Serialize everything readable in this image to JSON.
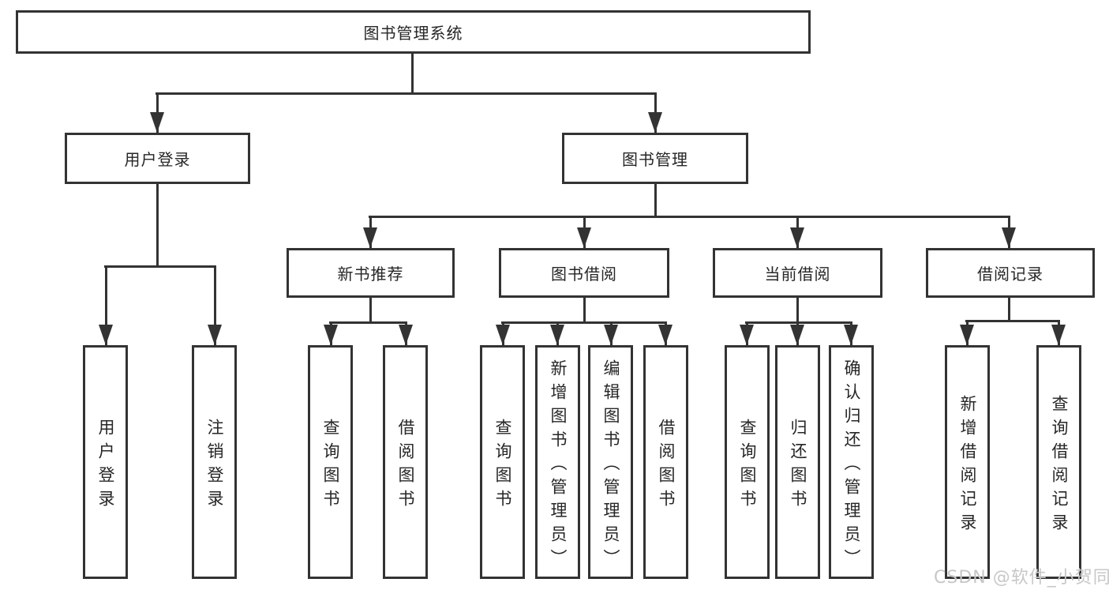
{
  "diagram": {
    "root": {
      "label": "图书管理系统"
    },
    "level2": [
      {
        "id": "user-login",
        "label": "用户登录"
      },
      {
        "id": "book-management",
        "label": "图书管理"
      }
    ],
    "level3": [
      {
        "id": "new-book-recommend",
        "label": "新书推荐",
        "parent": "book-management"
      },
      {
        "id": "book-borrow",
        "label": "图书借阅",
        "parent": "book-management"
      },
      {
        "id": "current-borrow",
        "label": "当前借阅",
        "parent": "book-management"
      },
      {
        "id": "borrow-record",
        "label": "借阅记录",
        "parent": "book-management"
      }
    ],
    "leaves": [
      {
        "parent": "user-login",
        "label": "用户登录"
      },
      {
        "parent": "user-login",
        "label": "注销登录"
      },
      {
        "parent": "new-book-recommend",
        "label": "查询图书"
      },
      {
        "parent": "new-book-recommend",
        "label": "借阅图书"
      },
      {
        "parent": "book-borrow",
        "label": "查询图书"
      },
      {
        "parent": "book-borrow",
        "label": "新增图书（管理员）"
      },
      {
        "parent": "book-borrow",
        "label": "编辑图书（管理员）"
      },
      {
        "parent": "book-borrow",
        "label": "借阅图书"
      },
      {
        "parent": "current-borrow",
        "label": "查询图书"
      },
      {
        "parent": "current-borrow",
        "label": "归还图书"
      },
      {
        "parent": "current-borrow",
        "label": "确认归还（管理员）"
      },
      {
        "parent": "borrow-record",
        "label": "新增借阅记录"
      },
      {
        "parent": "borrow-record",
        "label": "查询借阅记录"
      }
    ]
  },
  "watermark": {
    "text": "CSDN @软件_小贺同学"
  },
  "colors": {
    "line": "#333333",
    "text": "#262626",
    "watermark_text": "#c7c7c7",
    "background": "#ffffff"
  }
}
